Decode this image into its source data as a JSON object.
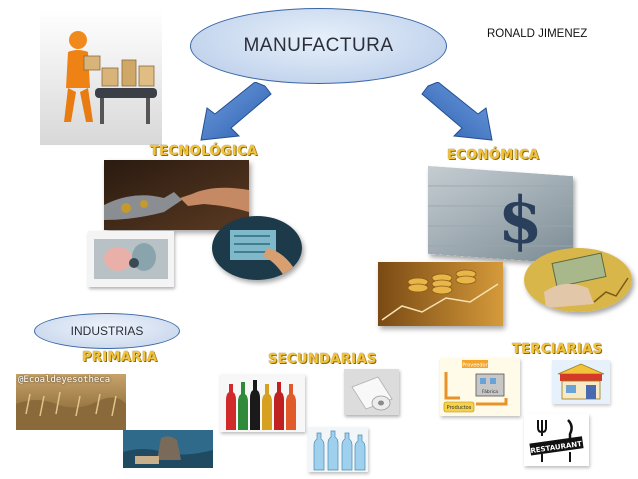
{
  "title": "MANUFACTURA",
  "author": "RONALD JIMENEZ",
  "branches": {
    "tecnologica": "TECNOLÓGICA",
    "economica": "ECONÓMICA"
  },
  "industrias": {
    "label": "INDUSTRIAS",
    "primaria": "PRIMARIA",
    "secundarias": "SECUNDARIAS",
    "terciarias": "TERCIARIAS"
  },
  "watermark": "@Ecoaldeyesotheca",
  "diagram_labels": {
    "proveedor": "Proveedor",
    "fabrica": "Fábrica",
    "productos": "Productos",
    "restaurant": "RESTAURANT"
  },
  "colors": {
    "ellipse_border": "#3a67a8",
    "category_text": "#f2c33a",
    "arrow": "#3b72c4"
  }
}
